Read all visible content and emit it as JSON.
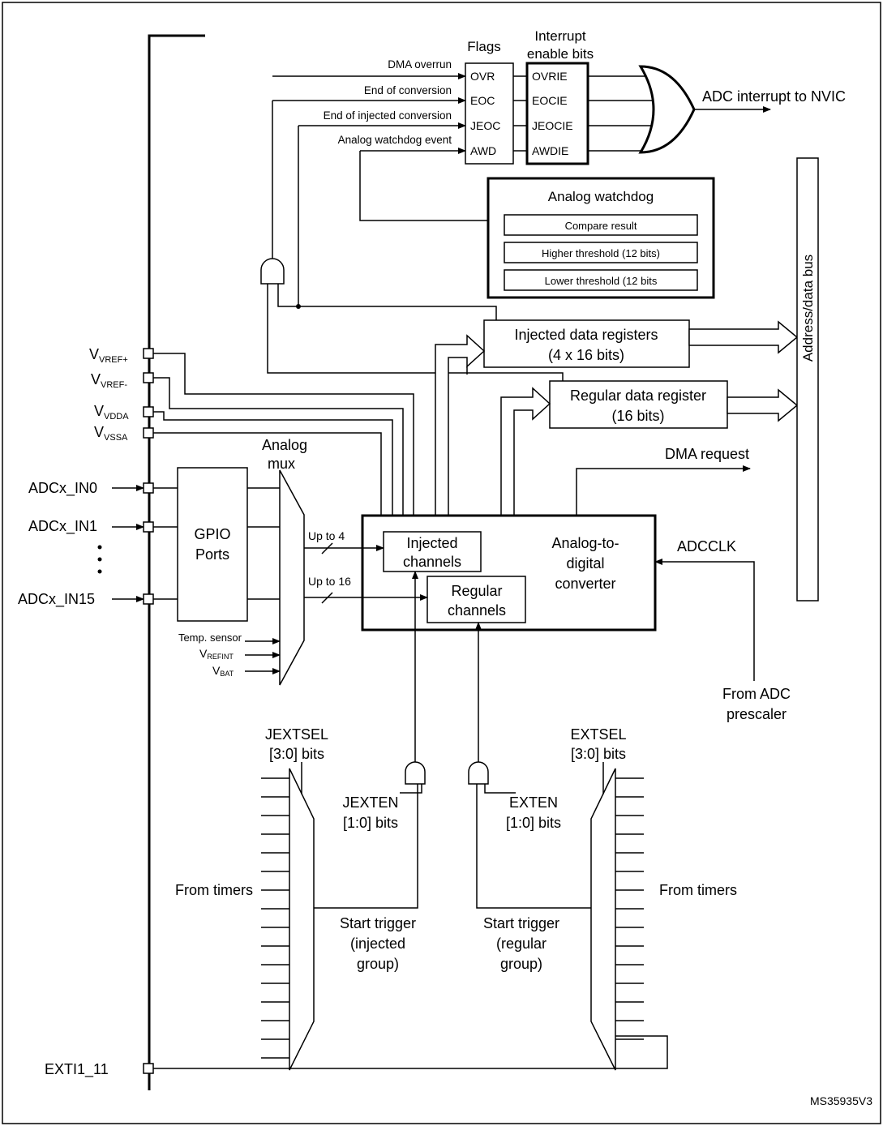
{
  "labels": {
    "flags": "Flags",
    "int_enable_1": "Interrupt",
    "int_enable_2": "enable bits",
    "dma_overrun": "DMA overrun",
    "end_of_conversion": "End of conversion",
    "end_of_injected_conversion": "End of injected conversion",
    "analog_watchdog_event": "Analog watchdog event",
    "adc_interrupt": "ADC interrupt to NVIC",
    "address_data_bus": "Address/data bus",
    "dma_request": "DMA request",
    "adcclk": "ADCCLK",
    "from_adc_prescaler_1": "From ADC",
    "from_adc_prescaler_2": "prescaler",
    "analog_mux_1": "Analog",
    "analog_mux_2": "mux",
    "up_to_4": "Up to 4",
    "up_to_16": "Up to 16",
    "temp_sensor": "Temp. sensor",
    "vrefint_main": "V",
    "vrefint_sub": "REFINT",
    "vbat_main": "V",
    "vbat_sub": "BAT",
    "jextsel_1": "JEXTSEL",
    "jextsel_2": "[3:0] bits",
    "extsel_1": "EXTSEL",
    "extsel_2": "[3:0] bits",
    "jexten_1": "JEXTEN",
    "jexten_2": "[1:0] bits",
    "exten_1": "EXTEN",
    "exten_2": "[1:0] bits",
    "from_timers_left": "From timers",
    "from_timers_right": "From timers",
    "start_inj_1": "Start trigger",
    "start_inj_2": "(injected",
    "start_inj_3": "group)",
    "start_reg_1": "Start trigger",
    "start_reg_2": "(regular",
    "start_reg_3": "group)",
    "exti": "EXTI1_11",
    "figure_id": "MS35935V3"
  },
  "flags": [
    "OVR",
    "EOC",
    "JEOC",
    "AWD"
  ],
  "interrupt_bits": [
    "OVRIE",
    "EOCIE",
    "JEOCIE",
    "AWDIE"
  ],
  "watchdog": {
    "title": "Analog watchdog",
    "rows": [
      "Compare result",
      "Higher threshold (12 bits)",
      "Lower threshold (12 bits"
    ]
  },
  "injected_registers": {
    "line1": "Injected data registers",
    "line2": "(4 x 16 bits)"
  },
  "regular_register": {
    "line1": "Regular data register",
    "line2": "(16 bits)"
  },
  "adc": {
    "line1": "Analog-to-",
    "line2": "digital",
    "line3": "converter",
    "injected_1": "Injected",
    "injected_2": "channels",
    "regular_1": "Regular",
    "regular_2": "channels"
  },
  "gpio": {
    "line1": "GPIO",
    "line2": "Ports"
  },
  "power_pins": [
    {
      "main": "V",
      "sub": "VREF+"
    },
    {
      "main": "V",
      "sub": "VREF-"
    },
    {
      "main": "V",
      "sub": "VDDA"
    },
    {
      "main": "V",
      "sub": "VSSA"
    }
  ],
  "inputs": [
    "ADCx_IN0",
    "ADCx_IN1",
    "ADCx_IN15"
  ]
}
